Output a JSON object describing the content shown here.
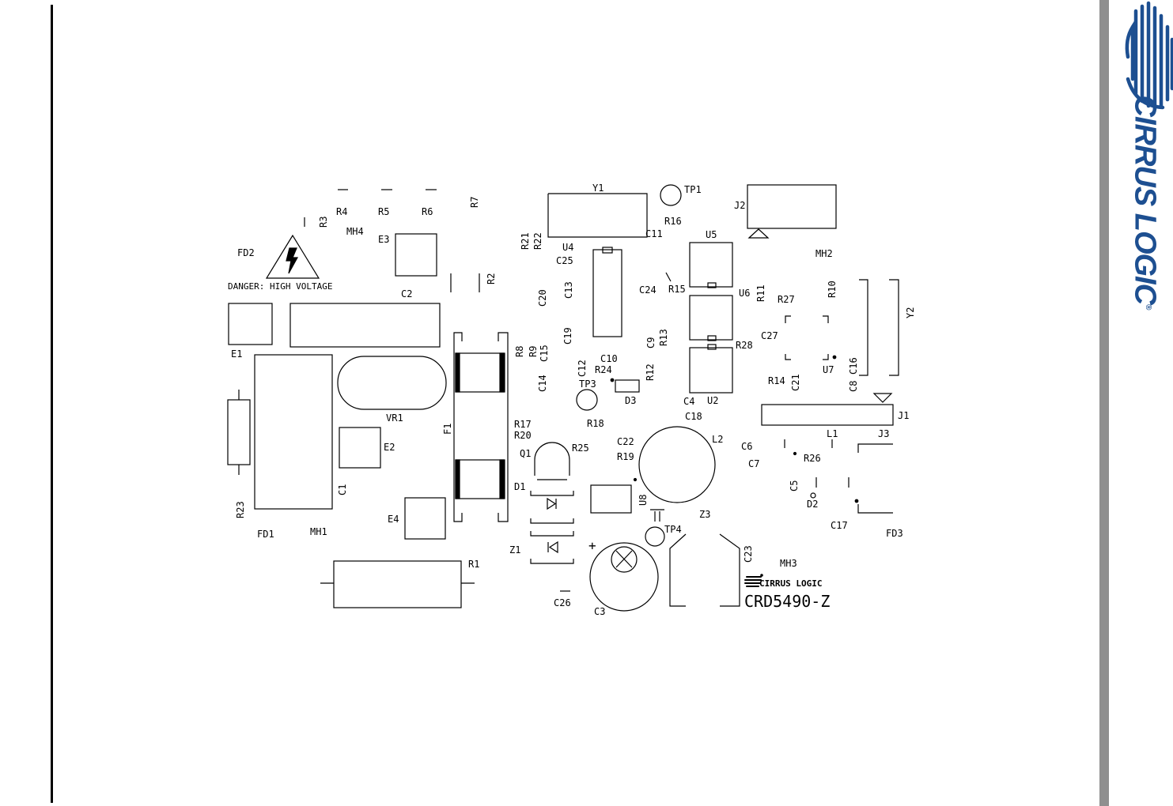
{
  "brand": {
    "name": "CIRRUS LOGIC",
    "registered": "®",
    "color": "#1d4f91"
  },
  "board": {
    "part_number": "CRD5490-Z",
    "warning_text": "DANGER: HIGH VOLTAGE",
    "silkscreen_logo": "CIRRUS LOGIC",
    "labels": {
      "R4": "R4",
      "R5": "R5",
      "R6": "R6",
      "R7": "R7",
      "R3": "R3",
      "MH4": "MH4",
      "E3": "E3",
      "R2": "R2",
      "FD2": "FD2",
      "Y1": "Y1",
      "TP1": "TP1",
      "J2": "J2",
      "R16": "R16",
      "R21": "R21",
      "R22": "R22",
      "U4": "U4",
      "C11": "C11",
      "U5": "U5",
      "MH2": "MH2",
      "C25": "C25",
      "C2": "C2",
      "E1": "E1",
      "C24": "C24",
      "R15": "R15",
      "U6": "U6",
      "R11": "R11",
      "R10": "R10",
      "R27": "R27",
      "Y2": "Y2",
      "C20": "C20",
      "C13": "C13",
      "C19": "C19",
      "C9": "C9",
      "R13": "R13",
      "C27": "C27",
      "R28": "R28",
      "R8": "R8",
      "R9": "R9",
      "C15": "C15",
      "C10": "C10",
      "C12": "C12",
      "R24": "R24",
      "R12": "R12",
      "U7": "U7",
      "C16": "C16",
      "R14": "R14",
      "C21": "C21",
      "C8": "C8",
      "C14": "C14",
      "TP3": "TP3",
      "D3": "D3",
      "C4": "C4",
      "U2": "U2",
      "VR1": "VR1",
      "R18": "R18",
      "C18": "C18",
      "J1": "J1",
      "F1": "F1",
      "R17": "R17",
      "R20": "R20",
      "C22": "C22",
      "L2": "L2",
      "L1": "L1",
      "J3": "J3",
      "E2": "E2",
      "Q1": "Q1",
      "R25": "R25",
      "R19": "R19",
      "C6": "C6",
      "R26": "R26",
      "C7": "C7",
      "C1": "C1",
      "R23": "R23",
      "D1": "D1",
      "U8": "U8",
      "C5": "C5",
      "D2": "D2",
      "E4": "E4",
      "Z3": "Z3",
      "TP4": "TP4",
      "C17": "C17",
      "FD1": "FD1",
      "MH1": "MH1",
      "FD3": "FD3",
      "Z1": "Z1",
      "C23": "C23",
      "R1": "R1",
      "MH3": "MH3",
      "C26": "C26",
      "C3": "C3",
      "plus": "+"
    }
  }
}
